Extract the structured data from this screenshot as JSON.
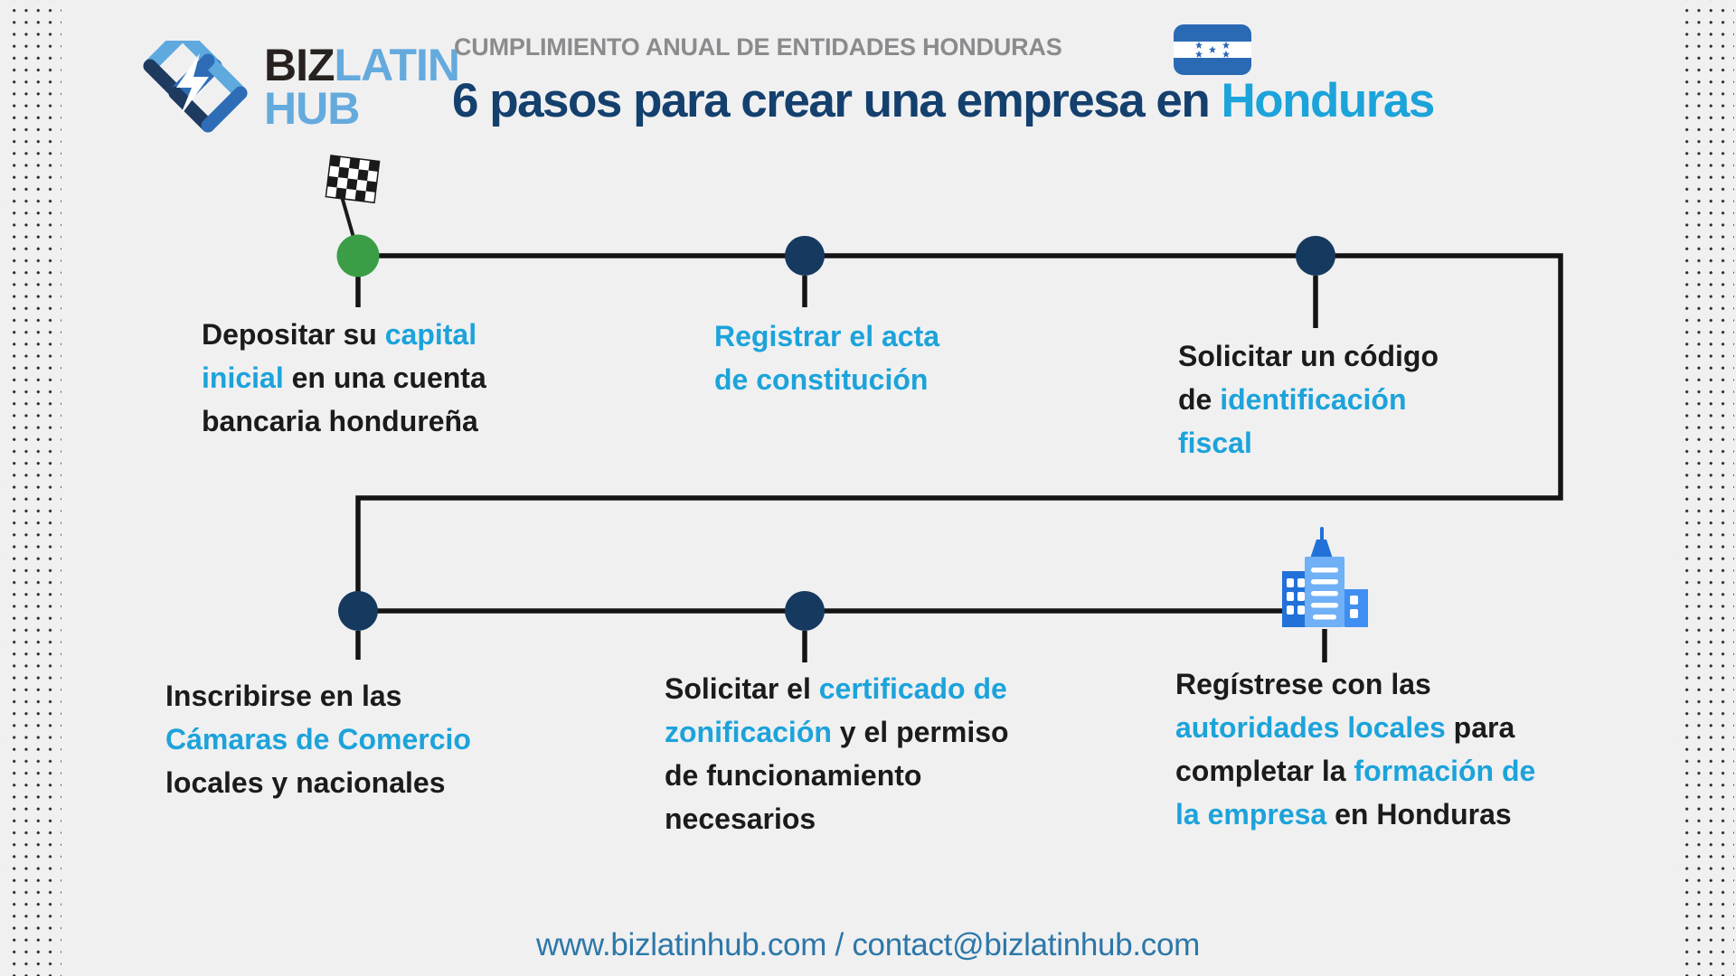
{
  "header": {
    "kicker": "CUMPLIMIENTO ANUAL DE ENTIDADES HONDURAS",
    "title_prefix": "6 pasos para crear una empresa en ",
    "title_highlight": "Honduras",
    "flag_icon": "honduras-flag"
  },
  "logo": {
    "word1": "BIZ",
    "word2": "LATIN",
    "word3": "HUB",
    "icon": "bizlatinhub-interlocked-rings"
  },
  "steps": [
    {
      "name": "step-1",
      "node_icon": "start-checkered-flag",
      "lines": [
        [
          {
            "t": "Depositar su ",
            "a": false
          },
          {
            "t": "capital",
            "a": true
          }
        ],
        [
          {
            "t": "inicial",
            "a": true
          },
          {
            "t": " en una cuenta",
            "a": false
          }
        ],
        [
          {
            "t": "bancaria hondureña",
            "a": false
          }
        ]
      ]
    },
    {
      "name": "step-2",
      "node_icon": "timeline-node",
      "lines": [
        [
          {
            "t": "Registrar el acta",
            "a": true
          }
        ],
        [
          {
            "t": "de constitución",
            "a": true
          }
        ]
      ]
    },
    {
      "name": "step-3",
      "node_icon": "timeline-node",
      "lines": [
        [
          {
            "t": "Solicitar un código",
            "a": false
          }
        ],
        [
          {
            "t": "de ",
            "a": false
          },
          {
            "t": "identificación",
            "a": true
          }
        ],
        [
          {
            "t": "fiscal",
            "a": true
          }
        ]
      ]
    },
    {
      "name": "step-4",
      "node_icon": "timeline-node",
      "lines": [
        [
          {
            "t": "Inscribirse en las",
            "a": false
          }
        ],
        [
          {
            "t": "Cámaras de Comercio",
            "a": true
          }
        ],
        [
          {
            "t": "locales y nacionales",
            "a": false
          }
        ]
      ]
    },
    {
      "name": "step-5",
      "node_icon": "timeline-node",
      "lines": [
        [
          {
            "t": "Solicitar el ",
            "a": false
          },
          {
            "t": "certificado de",
            "a": true
          }
        ],
        [
          {
            "t": "zonificación",
            "a": true
          },
          {
            "t": " y el permiso",
            "a": false
          }
        ],
        [
          {
            "t": "de funcionamiento",
            "a": false
          }
        ],
        [
          {
            "t": "necesarios",
            "a": false
          }
        ]
      ]
    },
    {
      "name": "step-6",
      "node_icon": "building",
      "lines": [
        [
          {
            "t": "Regístrese con las",
            "a": false
          }
        ],
        [
          {
            "t": "autoridades locales",
            "a": true
          },
          {
            "t": " para",
            "a": false
          }
        ],
        [
          {
            "t": "completar la ",
            "a": false
          },
          {
            "t": "formación de",
            "a": true
          }
        ],
        [
          {
            "t": "la empresa",
            "a": true
          },
          {
            "t": " en Honduras",
            "a": false
          }
        ]
      ]
    }
  ],
  "footer": {
    "text": "www.bizlatinhub.com / contact@bizlatinhub.com"
  },
  "colors": {
    "bg": "#f0f0f1",
    "dots": "#2f2f2f",
    "ink": "#1b1b1b",
    "navy": "#14406e",
    "accent": "#1ca3da",
    "gray": "#8b8b8e",
    "footer": "#2c77a8",
    "node_navy": "#15395f",
    "start_green": "#3b9e46",
    "line_black": "#141414",
    "flag_blue": "#2a6ab5",
    "building_light": "#6fb0f6",
    "building_mid": "#3f8ef2",
    "building_dark": "#2171d9",
    "logo_light": "#64aadd",
    "logo_mid": "#2e6db6",
    "logo_dark": "#1e3a5f",
    "logo_ink": "#27221f"
  }
}
